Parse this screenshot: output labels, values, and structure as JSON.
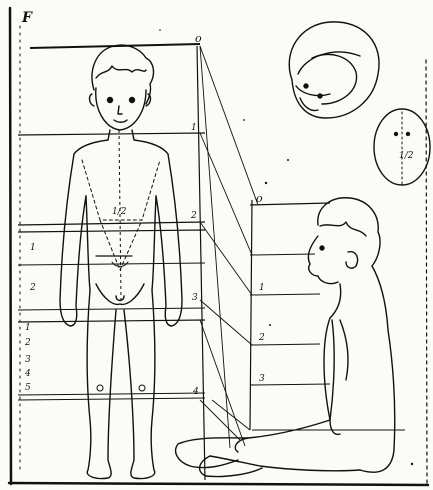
{
  "figure_letter": "F",
  "standing_figure": {
    "top_label": "o",
    "right_marks": [
      "1",
      "2",
      "3",
      "4"
    ],
    "left_marks": [
      "1",
      "2",
      "1",
      "2",
      "3",
      "4",
      "5"
    ],
    "chest_label": "1/2"
  },
  "sitting_figure": {
    "top_label": "o",
    "marks": [
      "1",
      "2",
      "3"
    ]
  },
  "head_inset": {
    "label": "1/2"
  }
}
